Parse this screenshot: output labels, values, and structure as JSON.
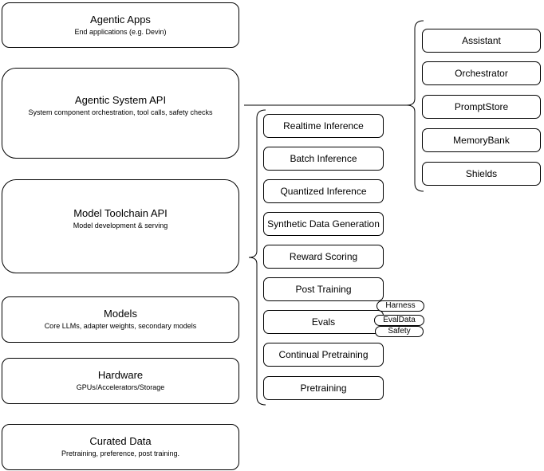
{
  "layers": [
    {
      "title": "Agentic Apps",
      "subtitle": "End applications (e.g. Devin)"
    },
    {
      "title": "Agentic System API",
      "subtitle": "System component orchestration, tool calls, safety checks"
    },
    {
      "title": "Model Toolchain API",
      "subtitle": "Model development & serving"
    },
    {
      "title": "Models",
      "subtitle": "Core LLMs, adapter weights, secondary models"
    },
    {
      "title": "Hardware",
      "subtitle": "GPUs/Accelerators/Storage"
    },
    {
      "title": "Curated Data",
      "subtitle": "Pretraining, preference, post training."
    }
  ],
  "toolchain_components": [
    "Realtime Inference",
    "Batch Inference",
    "Quantized Inference",
    "Synthetic Data Generation",
    "Reward Scoring",
    "Post Training",
    "Evals",
    "Continual Pretraining",
    "Pretraining"
  ],
  "evals_tags": [
    "Harness",
    "EvalData",
    "Safety"
  ],
  "system_components": [
    "Assistant",
    "Orchestrator",
    "PromptStore",
    "MemoryBank",
    "Shields"
  ],
  "colors": {
    "background": "#ffffff",
    "stroke": "#000000",
    "text": "#000000"
  }
}
